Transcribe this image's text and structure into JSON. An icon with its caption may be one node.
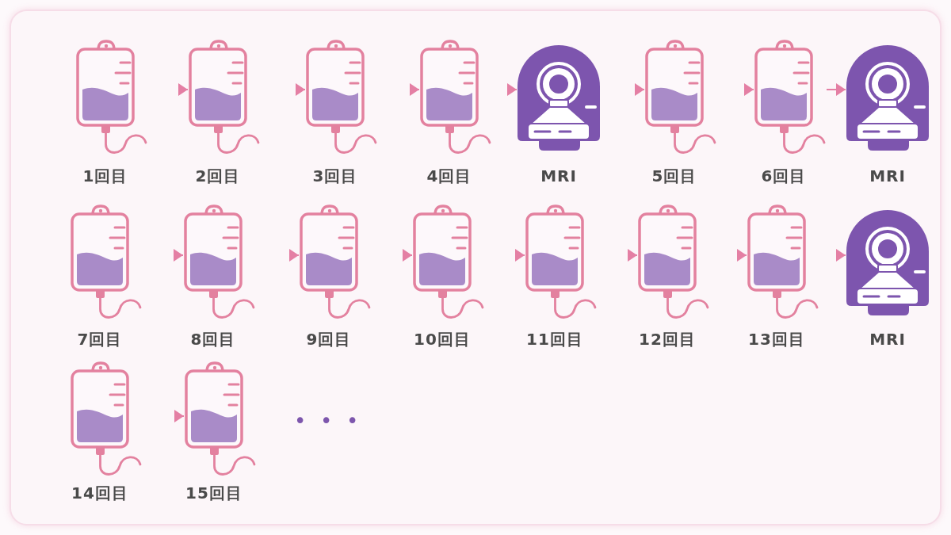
{
  "diagram": {
    "nodes": [
      {
        "text": [
          "1回目"
        ]
      },
      {
        "text": [
          "2回目"
        ]
      },
      {
        "text": [
          "3回目"
        ]
      },
      {
        "text": [
          "4回目"
        ]
      },
      {
        "text": [
          "MRI"
        ]
      },
      {
        "text": [
          "5回目"
        ]
      },
      {
        "text": [
          "6回目"
        ]
      },
      {
        "text": [
          "MRI"
        ]
      },
      {
        "text": [
          "7回目"
        ]
      },
      {
        "text": [
          "8回目"
        ]
      },
      {
        "text": [
          "9回目"
        ]
      },
      {
        "text": [
          "10回目"
        ]
      },
      {
        "text": [
          "11回目"
        ]
      },
      {
        "text": [
          "12回目"
        ]
      },
      {
        "text": [
          "13回目"
        ]
      },
      {
        "text": [
          "MRI"
        ]
      },
      {
        "text": [
          "14回目"
        ]
      },
      {
        "text": [
          "15回目"
        ]
      }
    ],
    "edges": [
      {
        "from": 0,
        "to": 1,
        "arrow": "to"
      },
      {
        "from": 1,
        "to": 2,
        "arrow": "to"
      },
      {
        "from": 2,
        "to": 3,
        "arrow": "to"
      },
      {
        "from": 3,
        "to": 4,
        "arrow": "to"
      },
      {
        "from": 4,
        "to": 5,
        "arrow": "to"
      },
      {
        "from": 5,
        "to": 6,
        "arrow": "to"
      },
      {
        "from": 6,
        "to": 7,
        "arrow": "to"
      },
      {
        "from": 8,
        "to": 9,
        "arrow": "to"
      },
      {
        "from": 9,
        "to": 10,
        "arrow": "to"
      },
      {
        "from": 10,
        "to": 11,
        "arrow": "to"
      },
      {
        "from": 11,
        "to": 12,
        "arrow": "to"
      },
      {
        "from": 12,
        "to": 13,
        "arrow": "to"
      },
      {
        "from": 13,
        "to": 14,
        "arrow": "to"
      },
      {
        "from": 14,
        "to": 15,
        "arrow": "to"
      },
      {
        "from": 16,
        "to": 17,
        "arrow": "to"
      }
    ],
    "labels": [
      "• • •"
    ]
  }
}
